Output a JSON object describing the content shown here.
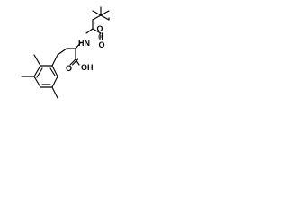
{
  "molecule": {
    "labels": {
      "nh": "HN",
      "oh": "OH",
      "carbonyl_o_boc": "O",
      "ester_o": "O",
      "acid_o": "O",
      "stereo": "(S)"
    }
  }
}
